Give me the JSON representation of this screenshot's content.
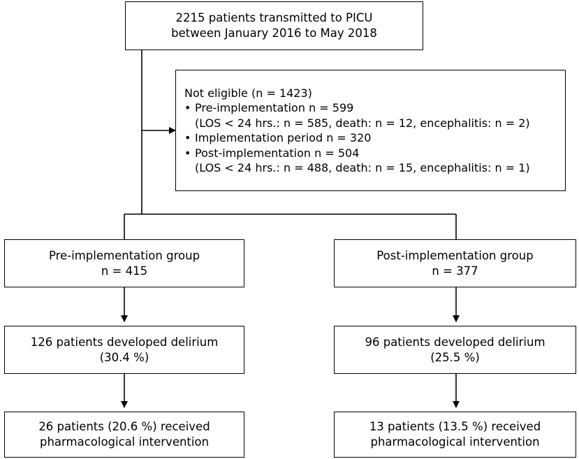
{
  "top": {
    "line1": "2215 patients transmitted to PICU",
    "line2": "between January 2016 to May 2018"
  },
  "exclusion": {
    "heading": "Not eligible (n = 1423)",
    "items": [
      {
        "bullet": "•",
        "text": "Pre-implementation n = 599"
      },
      {
        "bullet": "",
        "text": "(LOS < 24 hrs.: n = 585, death: n = 12, encephalitis: n = 2)"
      },
      {
        "bullet": "•",
        "text": "Implementation period n = 320"
      },
      {
        "bullet": "•",
        "text": "Post-implementation n = 504"
      },
      {
        "bullet": "",
        "text": "(LOS < 24 hrs.: n = 488, death: n = 15, encephalitis: n = 1)"
      }
    ]
  },
  "pre": {
    "group": {
      "line1": "Pre-implementation group",
      "line2": "n = 415"
    },
    "delirium": {
      "line1": "126 patients developed delirium",
      "line2": "(30.4 %)"
    },
    "intervention": {
      "line1": "26 patients (20.6 %) received",
      "line2": "pharmacological intervention"
    }
  },
  "post": {
    "group": {
      "line1": "Post-implementation group",
      "line2": "n = 377"
    },
    "delirium": {
      "line1": "96 patients developed delirium",
      "line2": "(25.5 %)"
    },
    "intervention": {
      "line1": "13 patients (13.5 %) received",
      "line2": "pharmacological intervention"
    }
  }
}
